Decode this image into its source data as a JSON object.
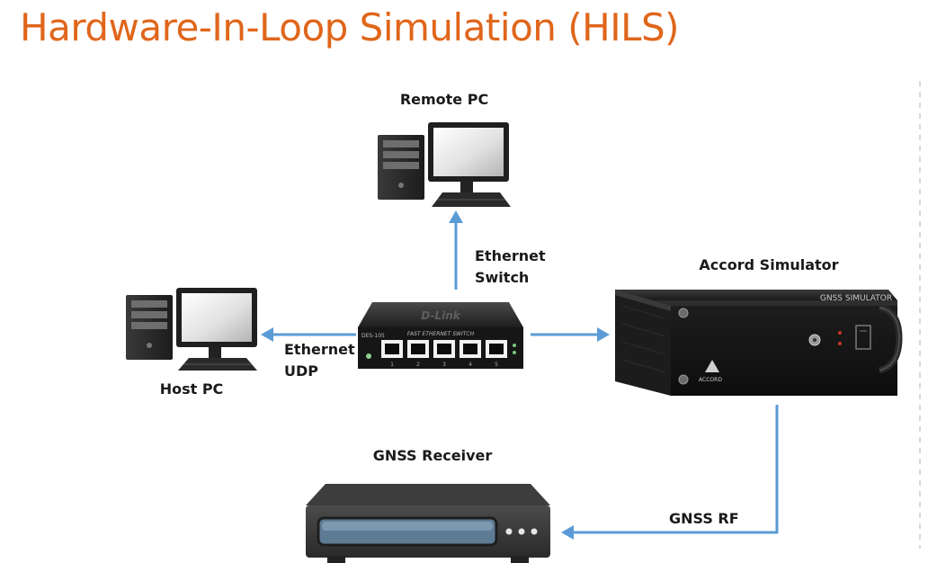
{
  "title": "Hardware-In-Loop Simulation (HILS)",
  "nodes": {
    "remote_pc": "Remote PC",
    "host_pc": "Host PC",
    "switch_line1": "Ethernet",
    "switch_line2": "Switch",
    "simulator": "Accord Simulator",
    "receiver": "GNSS Receiver"
  },
  "edges": {
    "host_line1": "Ethernet",
    "host_line2": "UDP",
    "rf": "GNSS RF"
  },
  "device_text": {
    "switch_brand": "D-Link",
    "switch_model": "DES-105",
    "switch_caption": "FAST ETHERNET SWITCH",
    "switch_ports": [
      "1",
      "2",
      "3",
      "4",
      "5"
    ],
    "simulator_caption": "GNSS SIMULATOR",
    "simulator_brand": "ACCORD"
  },
  "colors": {
    "title": "#e0661b",
    "arrow": "#5b9bd5"
  }
}
